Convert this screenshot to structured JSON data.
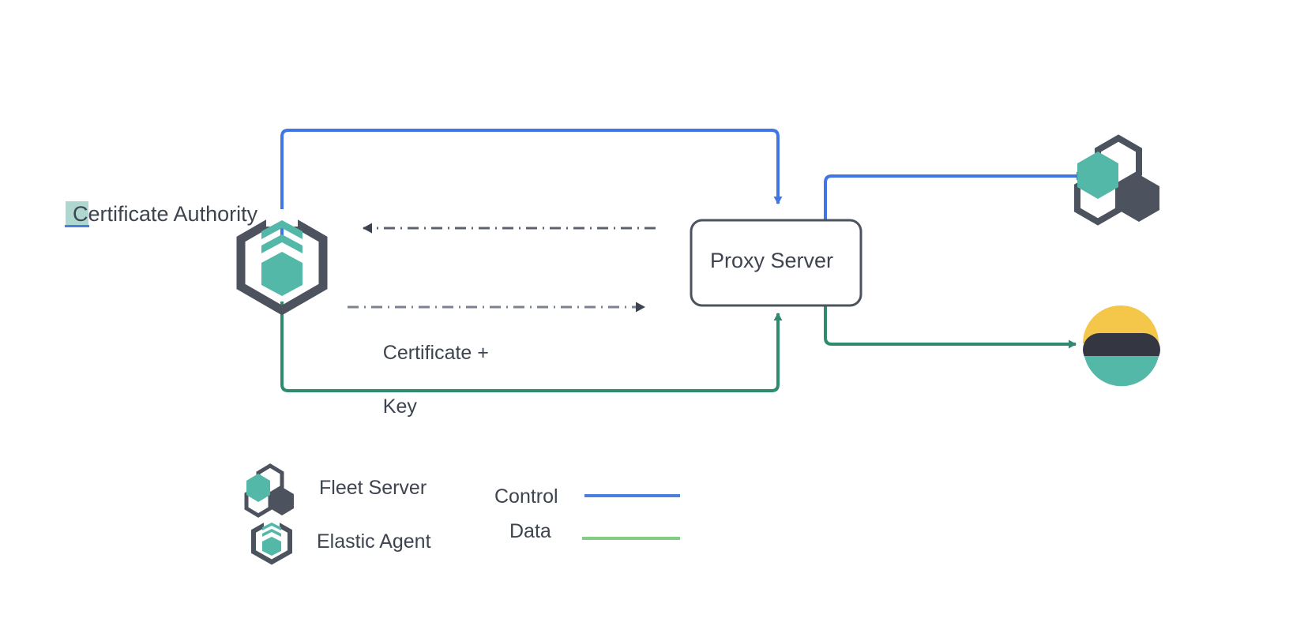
{
  "diagram": {
    "title_text": "Certificate Authority",
    "nodes": [
      {
        "id": "certificate-authority",
        "label": "Certificate Authority",
        "icon": "elastic-agent-icon",
        "selected": true
      },
      {
        "id": "proxy-server",
        "label": "Proxy Server",
        "icon": "none",
        "selected": false
      },
      {
        "id": "fleet-server",
        "label": "",
        "icon": "fleet-server-icon",
        "selected": false
      },
      {
        "id": "elasticsearch",
        "label": "",
        "icon": "elasticsearch-icon",
        "selected": false
      }
    ],
    "edges": [
      {
        "id": "ca-to-proxy-control",
        "label": "",
        "style": "solid",
        "kind": "control",
        "color": "#3f76e4"
      },
      {
        "id": "ca-to-proxy-data",
        "label": "",
        "style": "solid",
        "kind": "data",
        "color": "#2e8b6f"
      },
      {
        "id": "proxy-to-ca-dashdot",
        "label": "",
        "style": "dash-dot",
        "kind": "certificate-request",
        "color": "#4c525e"
      },
      {
        "id": "ca-to-proxy-dashdot",
        "label": "Certificate +\nKey",
        "label_line1": "Certificate +",
        "label_line2": "Key",
        "style": "dash-dot",
        "kind": "certificate-delivery",
        "color": "#7b8290"
      },
      {
        "id": "proxy-to-fleet-control",
        "label": "",
        "style": "solid",
        "kind": "control",
        "color": "#3f76e4"
      },
      {
        "id": "proxy-to-elasticsearch-data",
        "label": "",
        "style": "solid",
        "kind": "data",
        "color": "#2e8b6f"
      }
    ]
  },
  "legend": {
    "icon_items": [
      {
        "label": "Fleet Server",
        "icon": "fleet-server-icon"
      },
      {
        "label": "Elastic Agent",
        "icon": "elastic-agent-icon"
      }
    ],
    "line_items": [
      {
        "label": "Control",
        "color": "#4a7fe0"
      },
      {
        "label": "Data",
        "color": "#82cd82"
      }
    ]
  },
  "colors": {
    "teal": "#54b8a8",
    "dark_slate": "#4c525e",
    "control_blue": "#3f76e4",
    "data_green": "#2e8b6f",
    "legend_green": "#82cd82",
    "es_yellow": "#f4c74a",
    "es_dark": "#343741",
    "es_teal": "#54b8a8",
    "text": "#3d444f",
    "selection_fill": "#a9d5cc",
    "canvas_background": "#ffffff"
  }
}
